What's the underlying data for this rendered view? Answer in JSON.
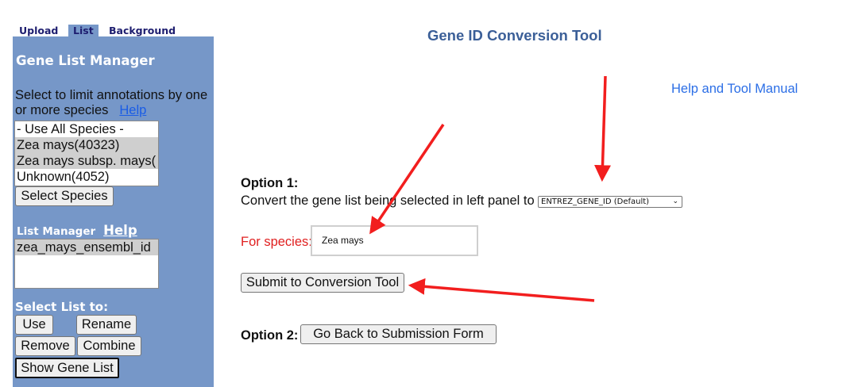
{
  "tabs": [
    {
      "label": "Upload"
    },
    {
      "label": "List",
      "active": true
    },
    {
      "label": "Background"
    }
  ],
  "sidebar": {
    "title": "Gene List Manager",
    "species_instruction": "Select to limit annotations by one or more species",
    "species_help_label": "Help",
    "species_options": [
      {
        "label": "- Use All Species -",
        "selected": false
      },
      {
        "label": "Zea mays(40323)",
        "selected": true
      },
      {
        "label": "Zea mays subsp. mays(",
        "selected": true
      },
      {
        "label": "Unknown(4052)",
        "selected": false
      }
    ],
    "select_species_label": "Select Species",
    "list_manager_title": "List Manager",
    "list_manager_help_label": "Help",
    "gene_lists": [
      {
        "label": "zea_mays_ensembl_id",
        "selected": true
      }
    ],
    "select_list_label": "Select List to:",
    "use_label": "Use",
    "rename_label": "Rename",
    "remove_label": "Remove",
    "combine_label": "Combine",
    "show_gene_list_label": "Show Gene List"
  },
  "main": {
    "title": "Gene ID Conversion Tool",
    "help_manual_label": "Help and Tool Manual",
    "option1_label": "Option 1:",
    "convert_text": "Convert the gene list being selected in left panel to",
    "id_type_selected": "ENTREZ_GENE_ID (Default)",
    "for_species_label": "For species:",
    "species_value": "Zea mays",
    "submit_label": "Submit to Conversion Tool",
    "option2_label": "Option 2:",
    "go_back_label": "Go Back to Submission Form"
  },
  "colors": {
    "sidebar_bg": "#7697c8",
    "title_blue": "#3b5f98",
    "link_blue": "#2b6ee6",
    "species_label_red": "#e02020",
    "annotation_arrow": "#f21e1e"
  },
  "icons": {
    "select_chevron": "chevron-down-icon",
    "annotation_arrows": "arrow-icon"
  }
}
